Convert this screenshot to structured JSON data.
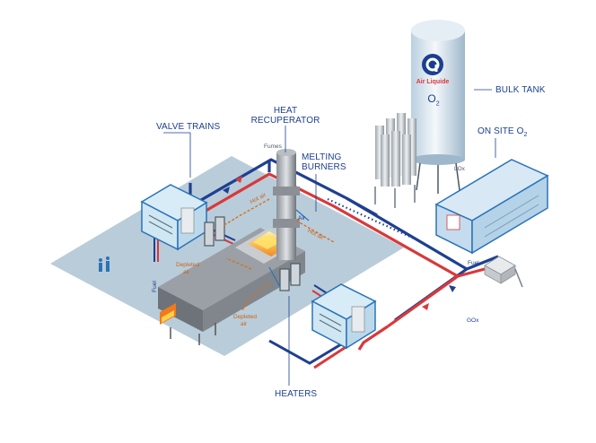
{
  "labels": {
    "valve_trains": "VALVE TRAINS",
    "heat_recuperator_1": "HEAT",
    "heat_recuperator_2": "RECUPERATOR",
    "melting_burners_1": "MELTING",
    "melting_burners_2": "BURNERS",
    "bulk_tank": "BULK TANK",
    "on_site_o2": "ON SITE O",
    "on_site_o2_sub": "2",
    "heaters": "HEATERS"
  },
  "flow_labels": {
    "fumes": "Fumes",
    "hot_air_left": "Hot air",
    "hot_air_right": "Hot air",
    "air": "Air",
    "depleted_air_left_1": "Depleted",
    "depleted_air_left_2": "air",
    "depleted_air_right_1": "Depleted",
    "depleted_air_right_2": "air",
    "fuel_left": "Fuel",
    "fuel_right": "Fuel",
    "lox": "LOx",
    "gox": "GOx"
  },
  "tank": {
    "brand": "Air Liquide",
    "gas": "O",
    "gas_sub": "2"
  },
  "colors": {
    "floor": "#b9ccd9",
    "pipe_blue": "#1f3f91",
    "pipe_red": "#d9383a",
    "frame_blue": "#2b73b8",
    "label_blue": "#1b3f8f",
    "orange": "#d6701f"
  }
}
